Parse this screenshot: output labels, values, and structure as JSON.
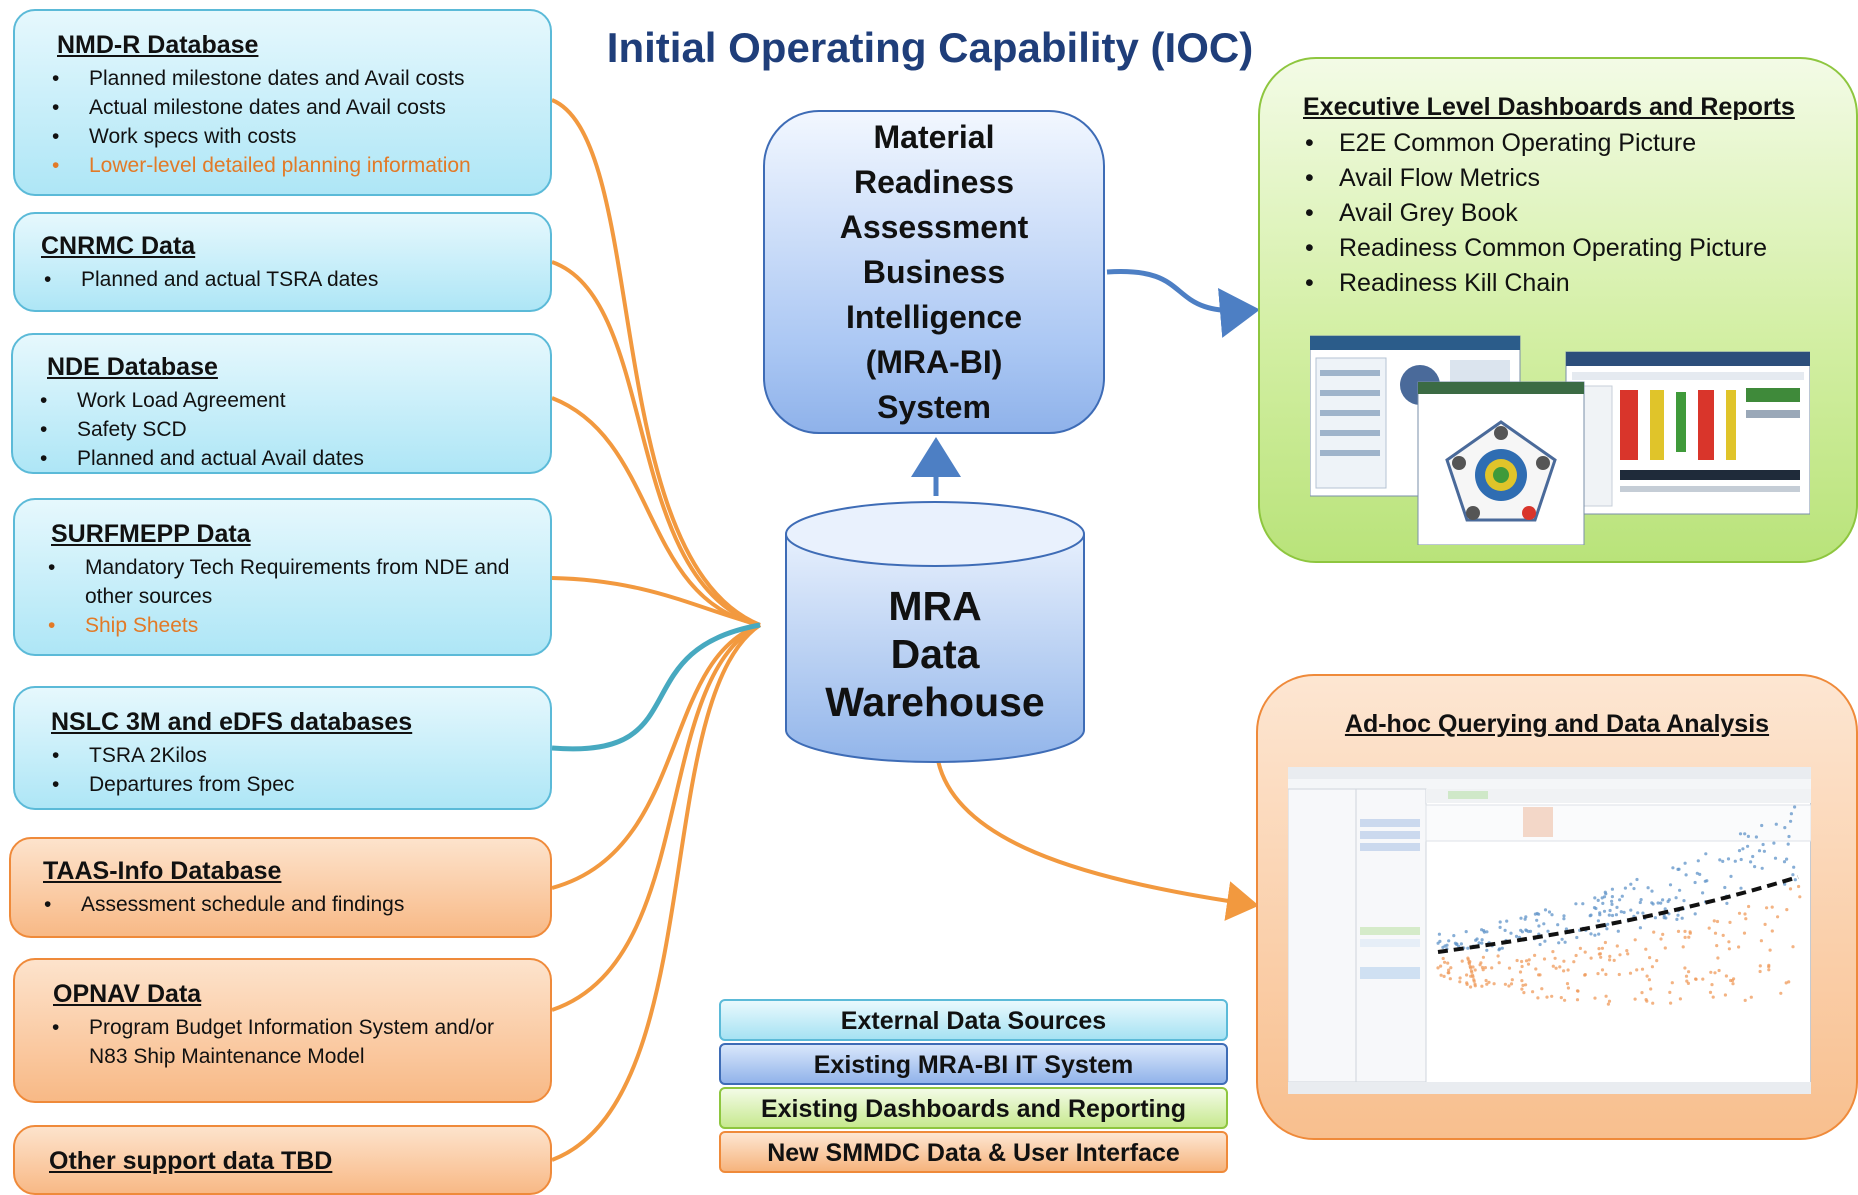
{
  "title": "Initial Operating Capability (IOC)",
  "sources": [
    {
      "title": "NMD-R Database",
      "items": [
        "Planned milestone dates and Avail costs",
        "Actual milestone dates and Avail costs",
        "Work specs with costs",
        "Lower-level detailed planning information"
      ]
    },
    {
      "title": "CNRMC Data",
      "items": [
        "Planned and actual TSRA dates"
      ]
    },
    {
      "title": "NDE Database",
      "items": [
        "Work Load Agreement",
        "Safety SCD",
        "Planned and actual Avail dates"
      ]
    },
    {
      "title": "SURFMEPP Data",
      "items": [
        "Mandatory Tech Requirements from NDE and other sources",
        "Ship Sheets"
      ]
    },
    {
      "title": "NSLC 3M and eDFS databases",
      "items": [
        "TSRA 2Kilos",
        "Departures from Spec"
      ]
    },
    {
      "title": "TAAS-Info Database",
      "items": [
        "Assessment schedule and findings"
      ]
    },
    {
      "title": "OPNAV Data",
      "items": [
        "Program Budget Information System and/or N83 Ship Maintenance Model"
      ]
    },
    {
      "title": "Other support data TBD",
      "items": []
    }
  ],
  "mra_bi": {
    "lines": [
      "Material",
      "Readiness",
      "Assessment",
      "Business",
      "Intelligence",
      "(MRA-BI)",
      "System"
    ]
  },
  "warehouse": {
    "lines": [
      "MRA",
      "Data",
      "Warehouse"
    ]
  },
  "executive": {
    "title": "Executive Level Dashboards and Reports",
    "items": [
      "E2E Common Operating Picture",
      "Avail Flow Metrics",
      "Avail Grey Book",
      "Readiness Common Operating Picture",
      "Readiness Kill Chain"
    ]
  },
  "adhoc": {
    "title": "Ad-hoc Querying and Data Analysis"
  },
  "legend": [
    "External Data Sources",
    "Existing MRA-BI IT System",
    "Existing Dashboards and Reporting",
    "New SMMDC Data & User Interface"
  ],
  "colors": {
    "external": "#aee6f6",
    "existing_system": "#8fb2ea",
    "dashboards": "#b9e37a",
    "new_smmdc": "#f8b986",
    "title": "#1f3e7a",
    "highlight": "#e27a27",
    "connector_orange": "#f2993f",
    "connector_blue": "#4d7fc4",
    "connector_teal": "#47a9c0"
  }
}
